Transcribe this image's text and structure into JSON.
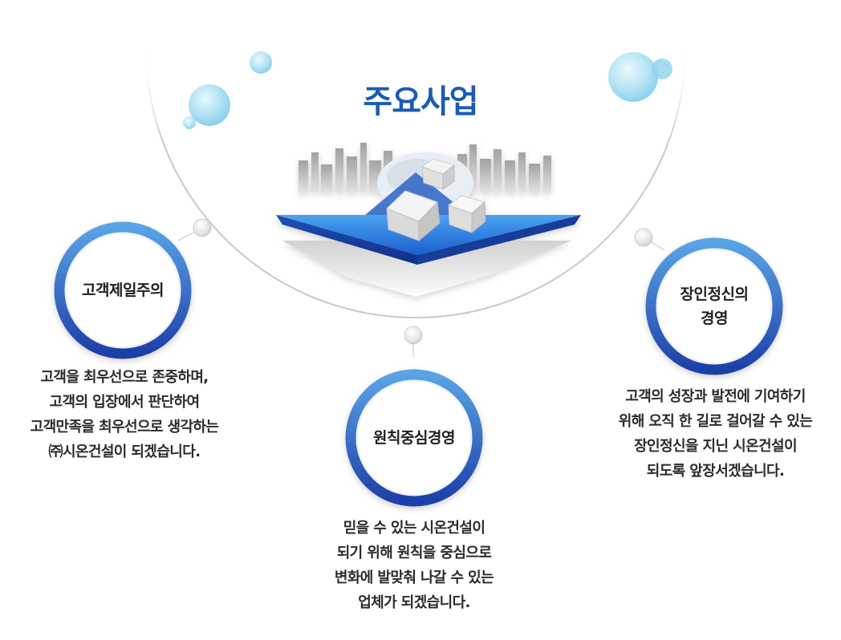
{
  "page": {
    "title": "주요사업",
    "accent_color": "#1c5bb3",
    "ring_gradient": [
      "#5aa3e6",
      "#1d3fa8"
    ]
  },
  "center_graphic": {
    "icon": "cityscape-cubes-arrow-icon"
  },
  "values": [
    {
      "label": "고객제일주의",
      "description": "고객을 최우선으로 존중하며,\n고객의 입장에서 판단하여\n고객만족을 최우선으로 생각하는\n㈜시온건설이 되겠습니다."
    },
    {
      "label": "원칙중심경영",
      "description": "믿을 수 있는 시온건설이\n되기 위해 원칙을 중심으로\n변화에 발맞춰 나갈 수 있는\n업체가 되겠습니다."
    },
    {
      "label": "장인정신의\n경영",
      "description": "고객의 성장과 발전에 기여하기\n위해 오직 한 길로 걸어갈 수 있는\n장인정신을 지닌 시온건설이\n되도록 앞장서겠습니다."
    }
  ]
}
